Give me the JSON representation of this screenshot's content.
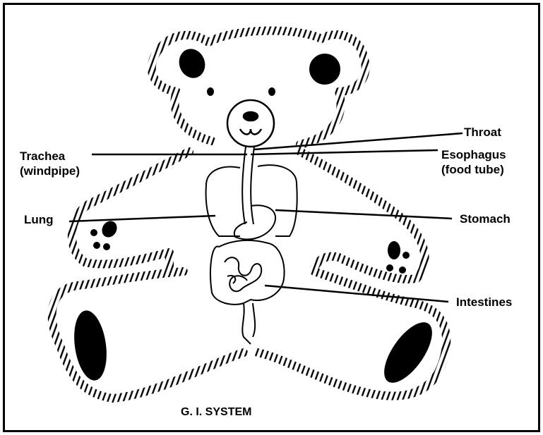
{
  "labels": {
    "throat": "Throat",
    "trachea_1": "Trachea",
    "trachea_2": "(windpipe)",
    "esophagus_1": "Esophagus",
    "esophagus_2": "(food tube)",
    "lung": "Lung",
    "stomach": "Stomach",
    "intestines": "Intestines"
  },
  "caption": "G. I.  SYSTEM"
}
